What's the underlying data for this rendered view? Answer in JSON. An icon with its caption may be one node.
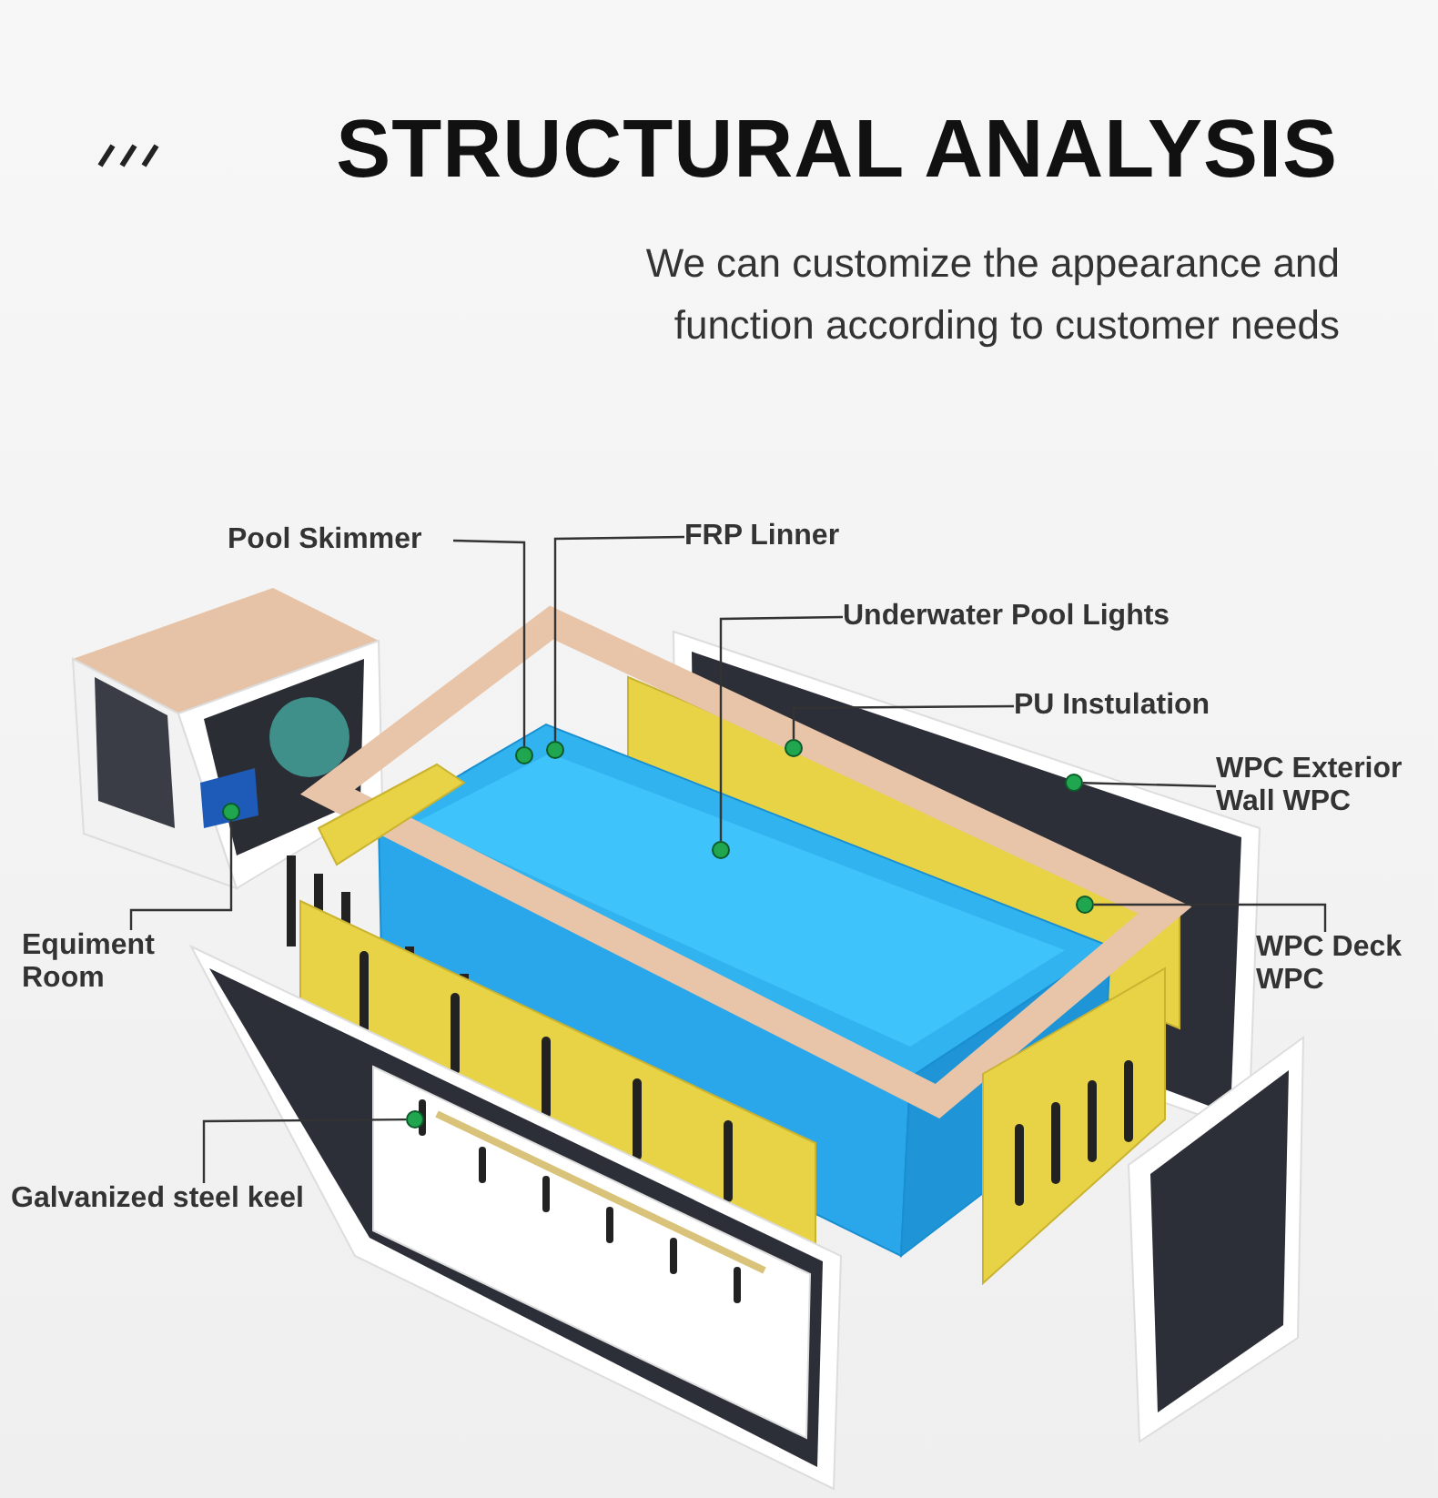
{
  "diagram": {
    "title": "STRUCTURAL ANALYSIS",
    "nodes": [
      {
        "text": [
          "Pool Skimmer"
        ]
      },
      {
        "text": [
          "FRP Linner"
        ]
      },
      {
        "text": [
          "Underwater Pool Lights"
        ]
      },
      {
        "text": [
          "PU Instulation"
        ]
      },
      {
        "text": [
          "WPC Exterior Wall WPC"
        ]
      },
      {
        "text": [
          "WPC Deck WPC"
        ]
      },
      {
        "text": [
          "Equiment Room"
        ]
      },
      {
        "text": [
          "Galvanized steel keel"
        ]
      },
      {
        "text": [],
        "shape": "circle"
      },
      {
        "text": [],
        "shape": "circle"
      },
      {
        "text": [],
        "shape": "circle"
      },
      {
        "text": [],
        "shape": "circle"
      },
      {
        "text": [],
        "shape": "circle"
      },
      {
        "text": [],
        "shape": "circle"
      },
      {
        "text": [],
        "shape": "circle"
      },
      {
        "text": [],
        "shape": "circle"
      }
    ],
    "edges": [
      {
        "from": 0,
        "to": 8,
        "arrow": "none"
      },
      {
        "from": 1,
        "to": 9,
        "arrow": "none"
      },
      {
        "from": 2,
        "to": 10,
        "arrow": "none"
      },
      {
        "from": 3,
        "to": 11,
        "arrow": "none"
      },
      {
        "from": 4,
        "to": 12,
        "arrow": "none"
      },
      {
        "from": 5,
        "to": 13,
        "arrow": "none"
      },
      {
        "from": 6,
        "to": 14,
        "arrow": "none"
      },
      {
        "from": 7,
        "to": 15,
        "arrow": "none"
      }
    ],
    "labels": [
      "We can customize the appearance and function according to customer needs"
    ]
  }
}
